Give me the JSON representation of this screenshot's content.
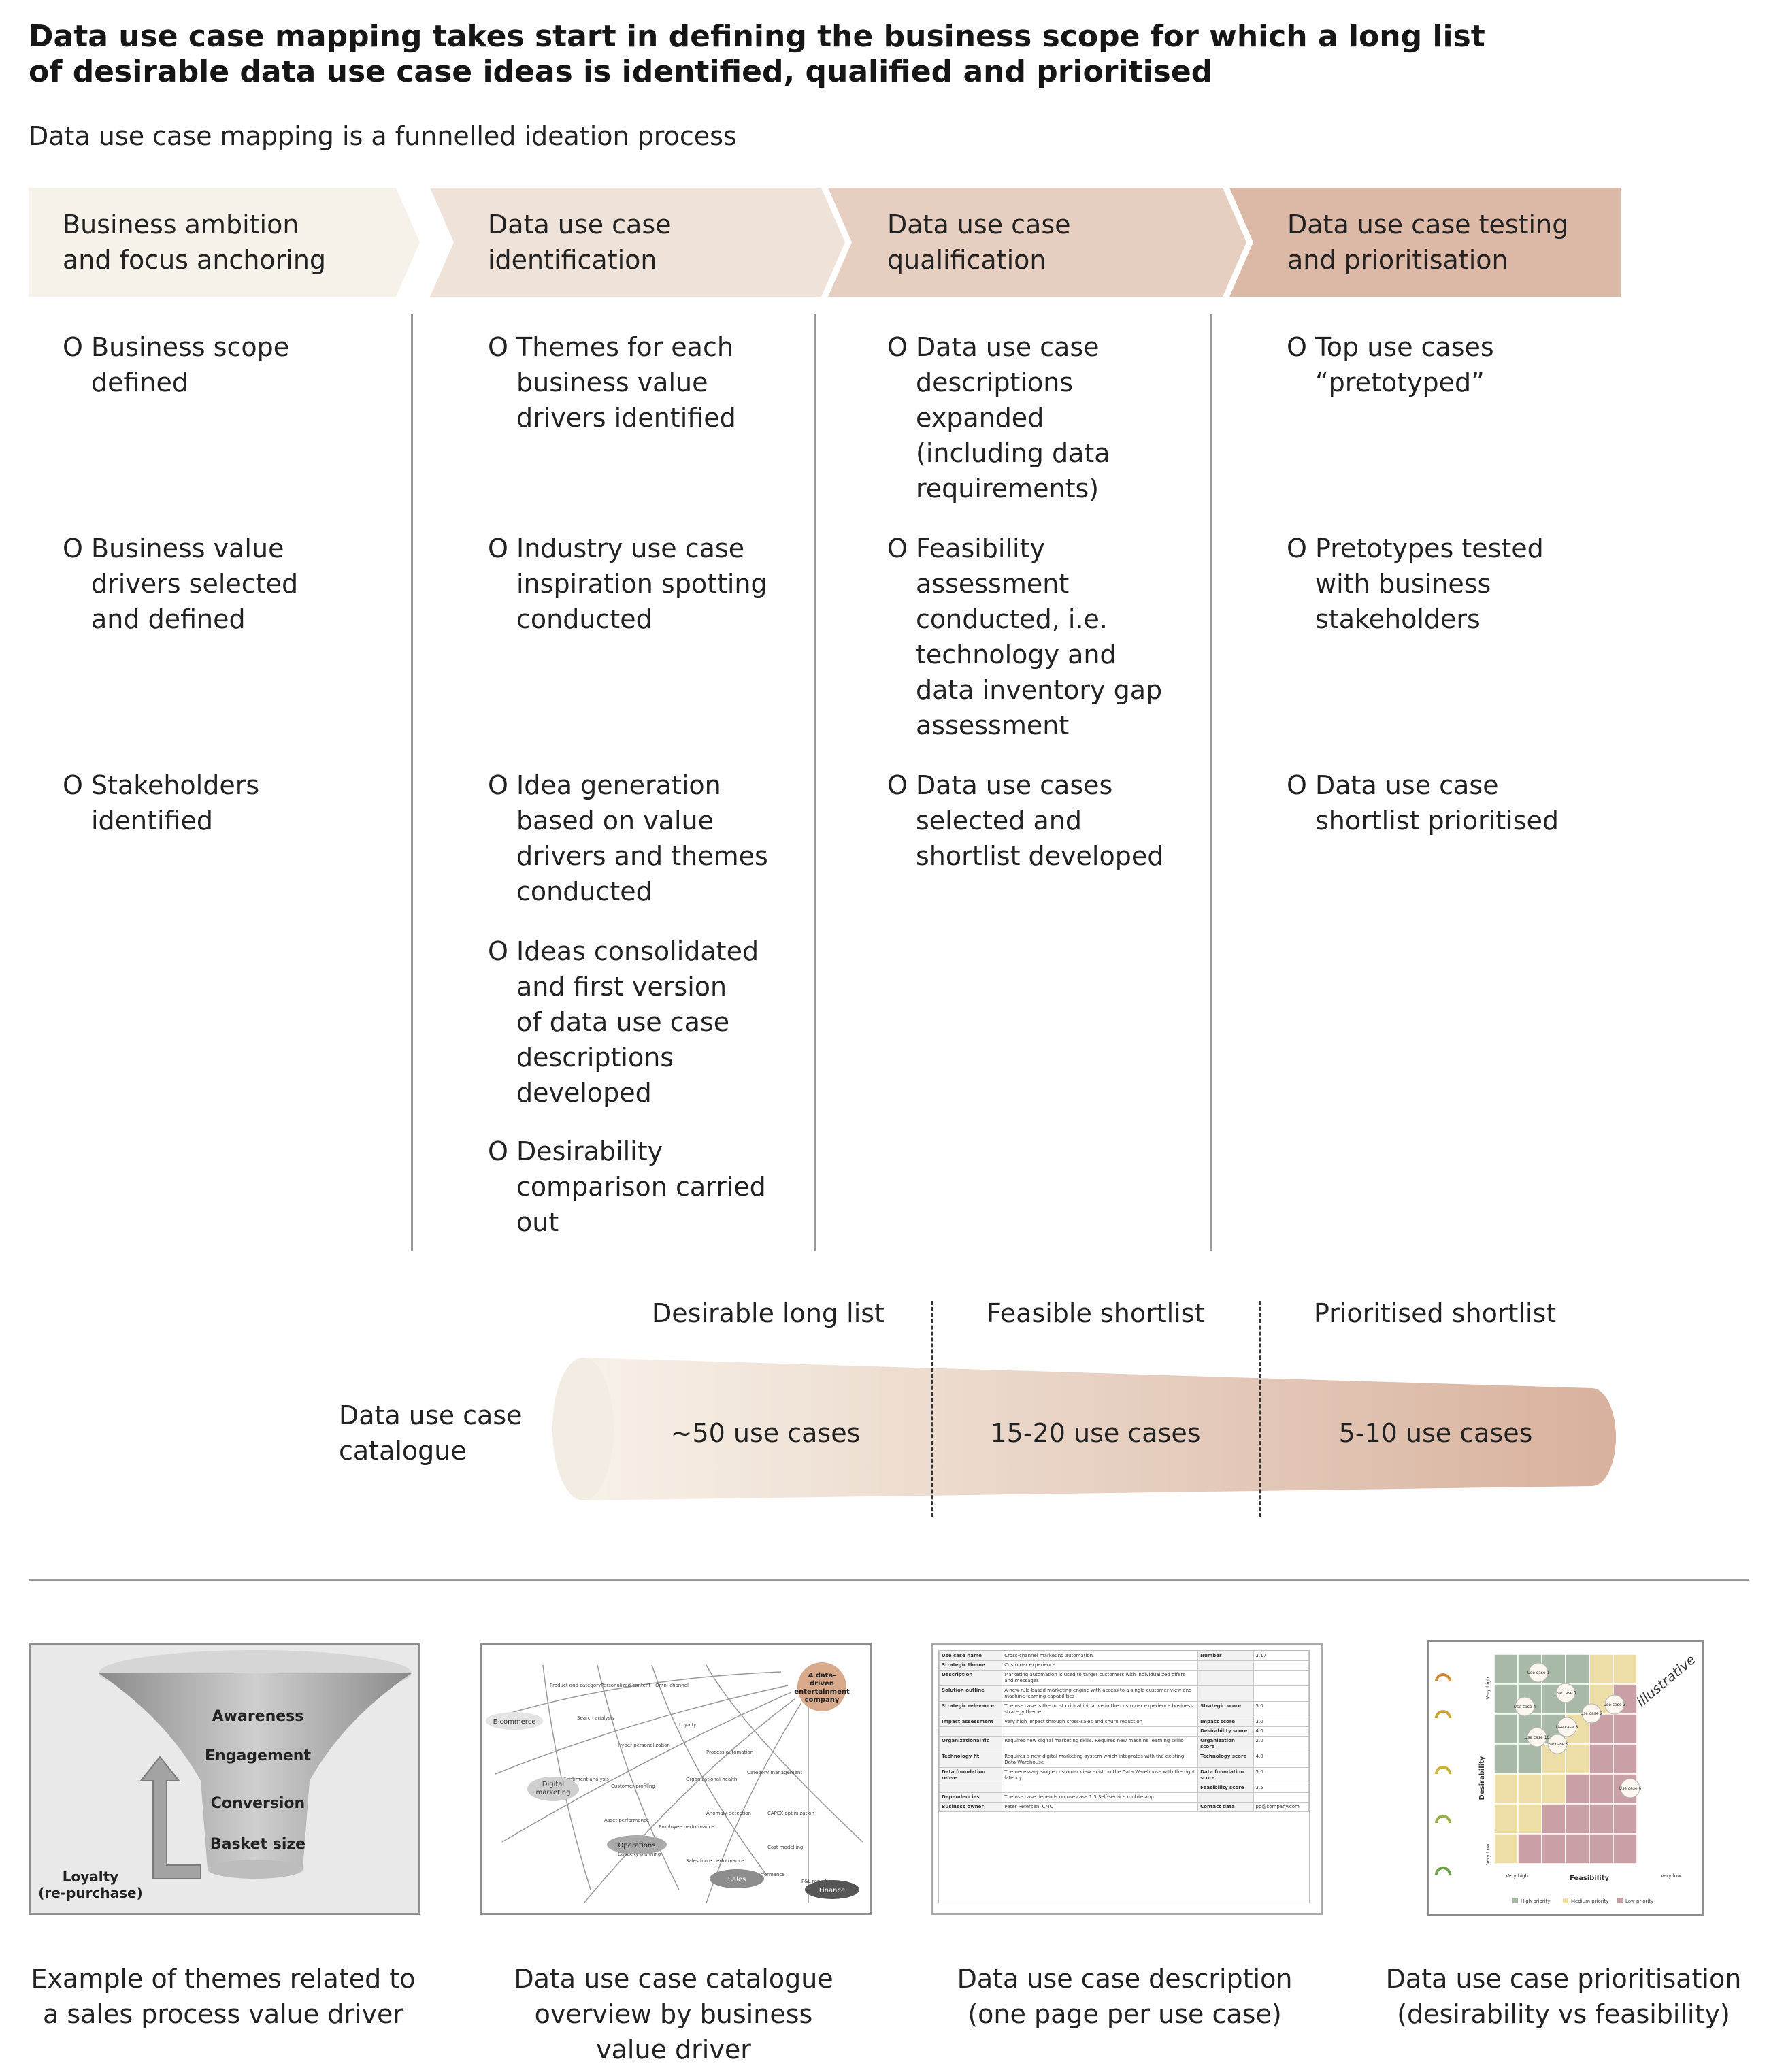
{
  "header": {
    "title_line1": "Data use case mapping takes start in defining the business scope for which a long list",
    "title_line2": "of desirable data use case ideas is identified, qualified and prioritised",
    "subtitle": "Data use case mapping is a funnelled ideation process"
  },
  "stages": [
    {
      "label": "Business ambition\nand focus anchoring",
      "color": "#f6f1e9",
      "bullets": [
        "Business scope\ndefined",
        "Business value\ndrivers selected\nand defined",
        "Stakeholders\nidentified"
      ]
    },
    {
      "label": "Data use case\nidentification",
      "color": "#eee2d9",
      "bullets": [
        "Themes for each\nbusiness value\ndrivers identified",
        "Industry use case\ninspiration spotting\nconducted",
        "Idea generation\nbased on value\ndrivers and themes\nconducted",
        "Ideas consolidated\nand first version\nof data use case\ndescriptions\ndeveloped",
        "Desirability\ncomparison carried\nout"
      ]
    },
    {
      "label": "Data use case\nqualification",
      "color": "#e6cfc1",
      "bullets": [
        "Data use case\ndescriptions\nexpanded\n(including data\nrequirements)",
        "Feasibility\nassessment\nconducted, i.e.\ntechnology and\ndata inventory gap\nassessment",
        "Data use cases\nselected and\nshortlist developed"
      ]
    },
    {
      "label": "Data use case testing\nand prioritisation",
      "color": "#dcb8a6",
      "bullets": [
        "Top use cases\n“pretotyped”",
        "Pretotypes tested\nwith business\nstakeholders",
        "Data use case\nshortlist prioritised"
      ]
    }
  ],
  "bullet_mark": "O",
  "funnel": {
    "catalogue_label": "Data use case\ncatalogue",
    "sections": [
      {
        "heading": "Desirable long list",
        "count": "~50 use cases"
      },
      {
        "heading": "Feasible shortlist",
        "count": "15-20 use cases"
      },
      {
        "heading": "Prioritised shortlist",
        "count": "5-10 use cases"
      }
    ],
    "color_start": "#f7f1e8",
    "color_end": "#d8b19d"
  },
  "examples": [
    {
      "caption": "Example of themes related to\na sales process value driver",
      "image": {
        "layers": [
          "Awareness",
          "Engagement",
          "Conversion",
          "Basket size"
        ],
        "loop_label": "Loyalty\n(re-purchase)"
      }
    },
    {
      "caption": "Data use case catalogue\noverview by business\nvalue driver",
      "image": {
        "hub": "A data-\ndriven\nentertainment\ncompany",
        "drivers": [
          "E-commerce",
          "Digital\nmarketing",
          "Operations",
          "Sales",
          "Finance"
        ]
      }
    },
    {
      "caption": "Data use case description\n(one page per use case)",
      "image": {
        "rows": [
          [
            "Use case name",
            "Cross-channel marketing automation",
            "Number",
            "3.17"
          ],
          [
            "Strategic theme",
            "Customer experience",
            "",
            ""
          ],
          [
            "Description",
            "Marketing automation is used to target customers with individualized offers and messages",
            "",
            ""
          ],
          [
            "Solution outline",
            "A new rule based marketing engine with access to a single customer view and machine learning capabilities",
            "",
            ""
          ],
          [
            "Strategic relevance",
            "The use case is the most critical initiative in the customer experience business strategy theme",
            "Strategic score",
            "5.0"
          ],
          [
            "Impact assessment",
            "Very high impact through cross-sales and churn reduction",
            "Impact score",
            "3.0"
          ],
          [
            "",
            "",
            "Desirability score",
            "4.0"
          ],
          [
            "Organizational fit",
            "Requires new digital marketing skills. Requires new machine learning skills",
            "Organization score",
            "2.0"
          ],
          [
            "Technology fit",
            "Requires a new digital marketing system which integrates with the existing Data Warehouse",
            "Technology score",
            "4.0"
          ],
          [
            "Data foundation reuse",
            "The necessary single customer view exist on the Data Warehouse with the right latency",
            "Data foundation score",
            "5.0"
          ],
          [
            "",
            "",
            "Feasibility score",
            "3.5"
          ],
          [
            "Dependencies",
            "The use case depends on use case 1.3 Self-service mobile app",
            "",
            ""
          ],
          [
            "Business owner",
            "Peter Petersen, CMO",
            "Contact data",
            "pp@company.com"
          ]
        ]
      }
    },
    {
      "caption": "Data use case prioritisation\n(desirability vs feasibility)",
      "image": {
        "stamp": "illustrative",
        "y_axis": "Desirability",
        "x_axis": "Feasibility",
        "y_high": "Very high",
        "y_low": "Very Low",
        "x_low": "Very high",
        "x_high": "Very low",
        "legend": [
          "High priority",
          "Medium priority",
          "Low priority"
        ],
        "colors": {
          "high": "#a9b9a7",
          "medium": "#ecdea6",
          "low": "#c9a0a6"
        },
        "use_cases": [
          "Use case 1",
          "Use case 7",
          "Use case 4",
          "Use case 2",
          "Use case 3",
          "Use case 8",
          "Use case 10",
          "Use case 9",
          "Use case 6"
        ]
      }
    }
  ]
}
